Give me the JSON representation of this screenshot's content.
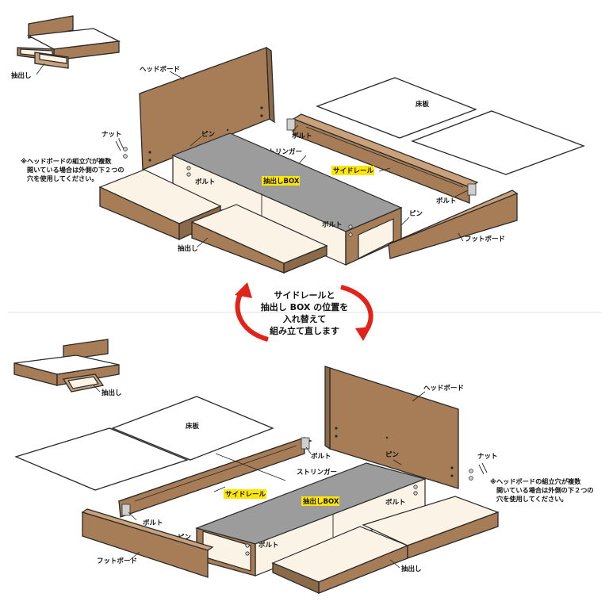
{
  "colors": {
    "wood": "#a77d57",
    "board": "#9c9c9c",
    "highlight": "#ffe600",
    "arrow": "#e2231a"
  },
  "top": {
    "inset_label": "抽出し",
    "headboard": "ヘッドボード",
    "floorboard": "床板",
    "nut": "ナット",
    "pin1": "ピン",
    "bolt1": "ボルト",
    "stringer": "ストリンガー",
    "side_rail": "サイドレール",
    "drawer_box": "抽出しBOX",
    "bolt2": "ボルト",
    "bolt3": "ボルト",
    "bolt4": "ボルト",
    "pin2": "ピン",
    "footboard": "フットボード",
    "drawer": "抽出し",
    "note_lines": [
      "※ヘッドボードの組立穴が複数",
      "開いている場合は外側の下２つの",
      "穴を使用してください。"
    ]
  },
  "center_text": [
    "サイドレールと",
    "抽出し BOX の位置を",
    "入れ替えて",
    "組み立て直します"
  ],
  "bottom": {
    "inset_label": "抽出し",
    "headboard": "ヘッドボード",
    "floorboard": "床板",
    "nut": "ナット",
    "pin1": "ピン",
    "bolt1": "ボルト",
    "stringer": "ストリンガー",
    "side_rail": "サイドレール",
    "drawer_box": "抽出しBOX",
    "bolt2": "ボルト",
    "bolt3": "ボルト",
    "bolt4": "ボルト",
    "pin2": "ピン",
    "footboard": "フットボード",
    "drawer": "抽出し",
    "note_lines": [
      "※ヘッドボードの組立穴が複数",
      "開いている場合は外側の下２つの",
      "穴を使用してください。"
    ]
  }
}
